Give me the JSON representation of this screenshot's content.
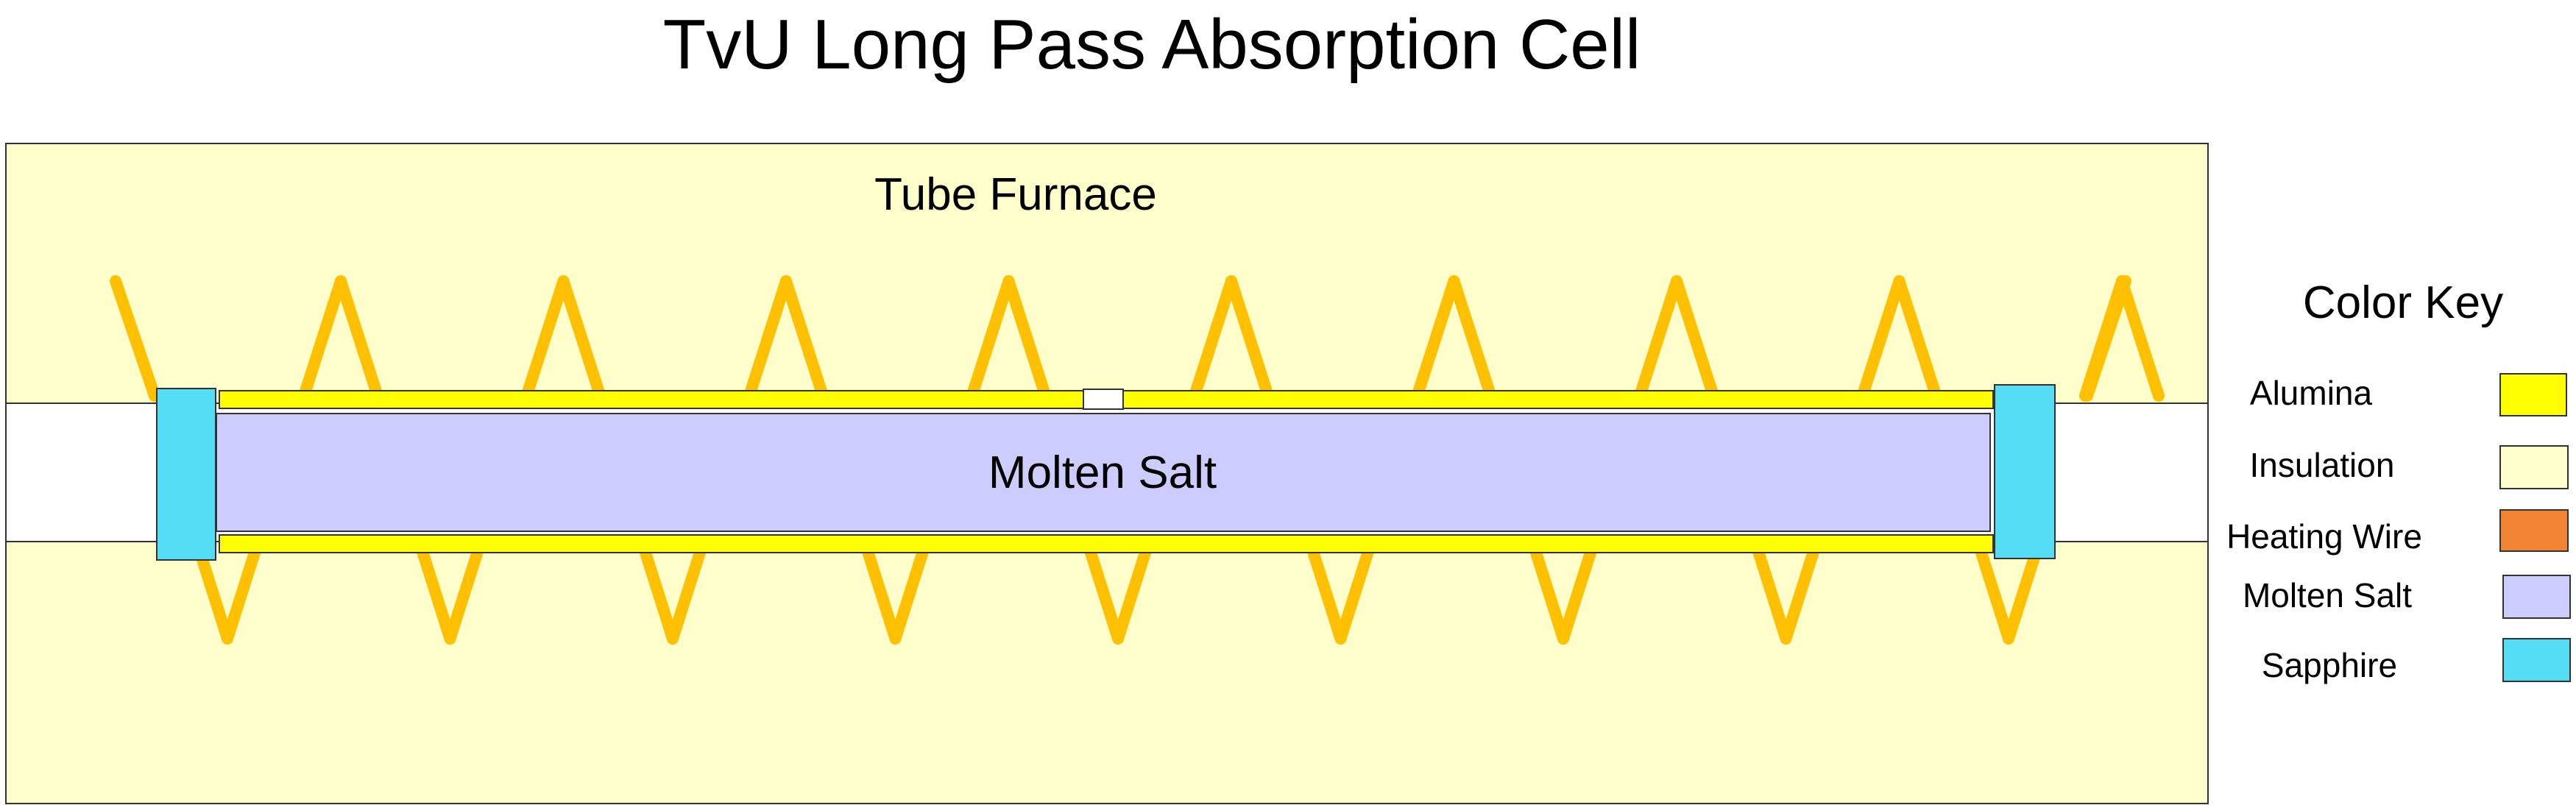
{
  "title": "TvU Long Pass Absorption Cell",
  "furnace_label": "Tube Furnace",
  "salt_label": "Molten Salt",
  "legend": {
    "title": "Color Key",
    "items": [
      {
        "label": "Alumina",
        "color": "#ffff00"
      },
      {
        "label": "Insulation",
        "color": "#ffffcc"
      },
      {
        "label": "Heating Wire",
        "color": "#f08432"
      },
      {
        "label": "Molten Salt",
        "color": "#ccccff"
      },
      {
        "label": "Sapphire",
        "color": "#55ddf5"
      }
    ]
  },
  "colors": {
    "insulation": "#ffffcc",
    "alumina": "#ffff00",
    "heating_wire_drawn": "#ffc000",
    "molten_salt": "#ccccff",
    "sapphire": "#55ddf5",
    "outline": "#333333"
  }
}
